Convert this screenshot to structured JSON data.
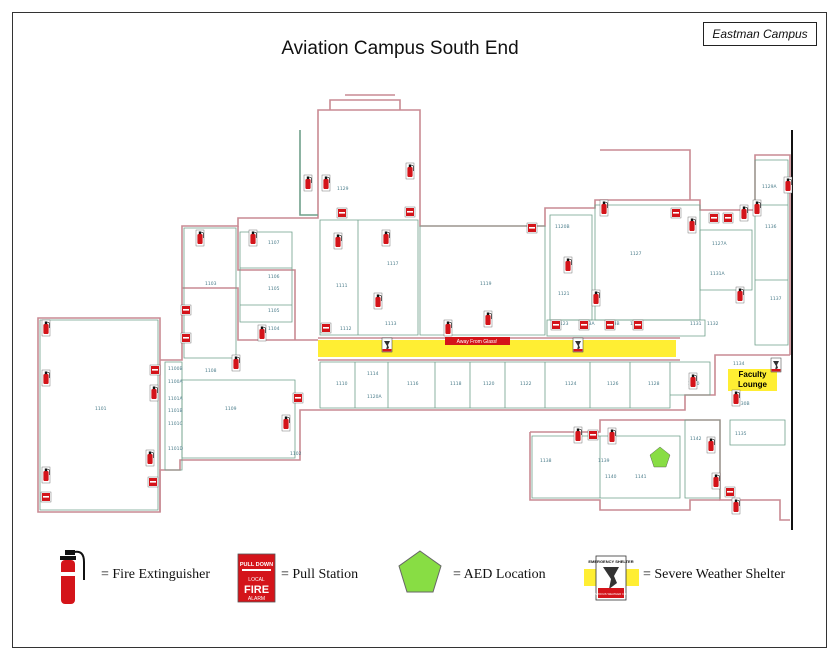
{
  "header": {
    "title": "Aviation Campus South End",
    "campus_name": "Eastman Campus"
  },
  "map": {
    "corridor_label": "Away From Glass!",
    "faculty_lounge": "Faculty Lounge",
    "room_labels": [
      "1101",
      "1103",
      "1104",
      "1105",
      "1106",
      "1107",
      "1108",
      "1109",
      "1110",
      "1111",
      "1112",
      "1113",
      "1114",
      "1116",
      "1117",
      "1118",
      "1119",
      "1120",
      "1122",
      "1124",
      "1126",
      "1127",
      "1128",
      "1129",
      "1130",
      "1131",
      "1132",
      "1134",
      "1136",
      "1137",
      "1100A",
      "1100B",
      "1101A",
      "1101B",
      "1101C",
      "1101D",
      "1102",
      "1105",
      "1120A",
      "1120B",
      "1121",
      "1123",
      "1123A",
      "1123B",
      "1125",
      "1127A",
      "1129A",
      "1130B",
      "1131A",
      "1135",
      "1138",
      "1139",
      "1140",
      "1141",
      "1142"
    ]
  },
  "legend": {
    "fire_extinguisher": "= Fire Extinguisher",
    "pull_station": "= Pull Station",
    "aed": "= AED Location",
    "shelter": "= Severe Weather Shelter",
    "pull_icon_top": "PULL DOWN",
    "pull_icon_mid": "LOCAL",
    "pull_icon_big": "FIRE",
    "pull_icon_bottom": "ALARM",
    "shelter_icon_top": "EMERGENCY SHELTER",
    "shelter_icon_bottom": "FOR HAZARDOUS WEATHER CONDITIONS"
  },
  "colors": {
    "wall": "#c98a93",
    "room_line": "#6fa08a",
    "extinguisher": "#d4141a",
    "shelter": "#ffee33",
    "aed": "#88dd44"
  }
}
